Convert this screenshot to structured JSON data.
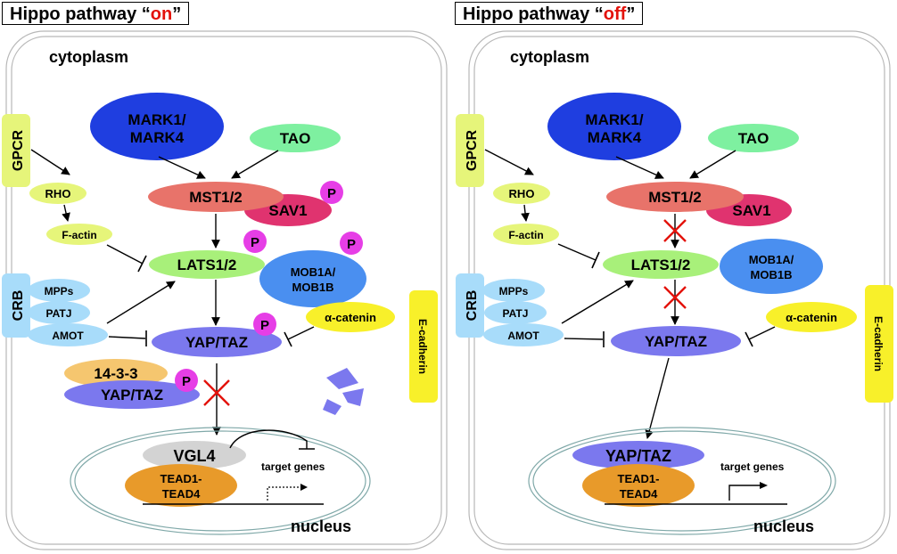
{
  "panels": [
    {
      "title_prefix": "Hippo pathway “",
      "title_state": "on",
      "title_suffix": "”",
      "cytoplasm": "cytoplasm",
      "nucleus": "nucleus",
      "gpcr": "GPCR",
      "crb": "CRB",
      "ecadherin": "E-cadherin",
      "rho": "RHO",
      "factin": "F-actin",
      "mark_line1": "MARK1/",
      "mark_line2": "MARK4",
      "tao": "TAO",
      "mst": "MST1/2",
      "sav": "SAV1",
      "lats": "LATS1/2",
      "mob_line1": "MOB1A/",
      "mob_line2": "MOB1B",
      "mpps": "MPPs",
      "patj": "PATJ",
      "amot": "AMOT",
      "catenin": "α-catenin",
      "yaptaz": "YAP/TAZ",
      "p": "P",
      "protein1433": "14-3-3",
      "yaptaz_bound": "YAP/TAZ",
      "vgl4": "VGL4",
      "tead_line1": "TEAD1-",
      "tead_line2": "TEAD4",
      "target_genes": "target genes"
    },
    {
      "title_prefix": "Hippo pathway “",
      "title_state": "off",
      "title_suffix": "”",
      "cytoplasm": "cytoplasm",
      "nucleus": "nucleus",
      "gpcr": "GPCR",
      "crb": "CRB",
      "ecadherin": "E-cadherin",
      "rho": "RHO",
      "factin": "F-actin",
      "mark_line1": "MARK1/",
      "mark_line2": "MARK4",
      "tao": "TAO",
      "mst": "MST1/2",
      "sav": "SAV1",
      "lats": "LATS1/2",
      "mob_line1": "MOB1A/",
      "mob_line2": "MOB1B",
      "mpps": "MPPs",
      "patj": "PATJ",
      "amot": "AMOT",
      "catenin": "α-catenin",
      "yaptaz": "YAP/TAZ",
      "yaptaz_nuclear": "YAP/TAZ",
      "tead_line1": "TEAD1-",
      "tead_line2": "TEAD4",
      "target_genes": "target genes"
    }
  ],
  "colors": {
    "mark": "#1f3ee0",
    "tao": "#7ef0a0",
    "mst": "#e8736a",
    "sav": "#e0336f",
    "lats": "#a8f07a",
    "mob": "#4a8ff0",
    "yaptaz": "#7b78ee",
    "receptor": "#e6f57a",
    "rho": "#e6f57a",
    "crb_complex": "#a8dcfa",
    "catenin": "#f8f02a",
    "ecadherin": "#f8f02a",
    "phospho": "#e63ee6",
    "protein1433": "#f5c66f",
    "vgl4": "#d3d3d3",
    "tead": "#e89a2a",
    "inhibition_cross": "#e3120b",
    "title_state": "#e3120b"
  }
}
